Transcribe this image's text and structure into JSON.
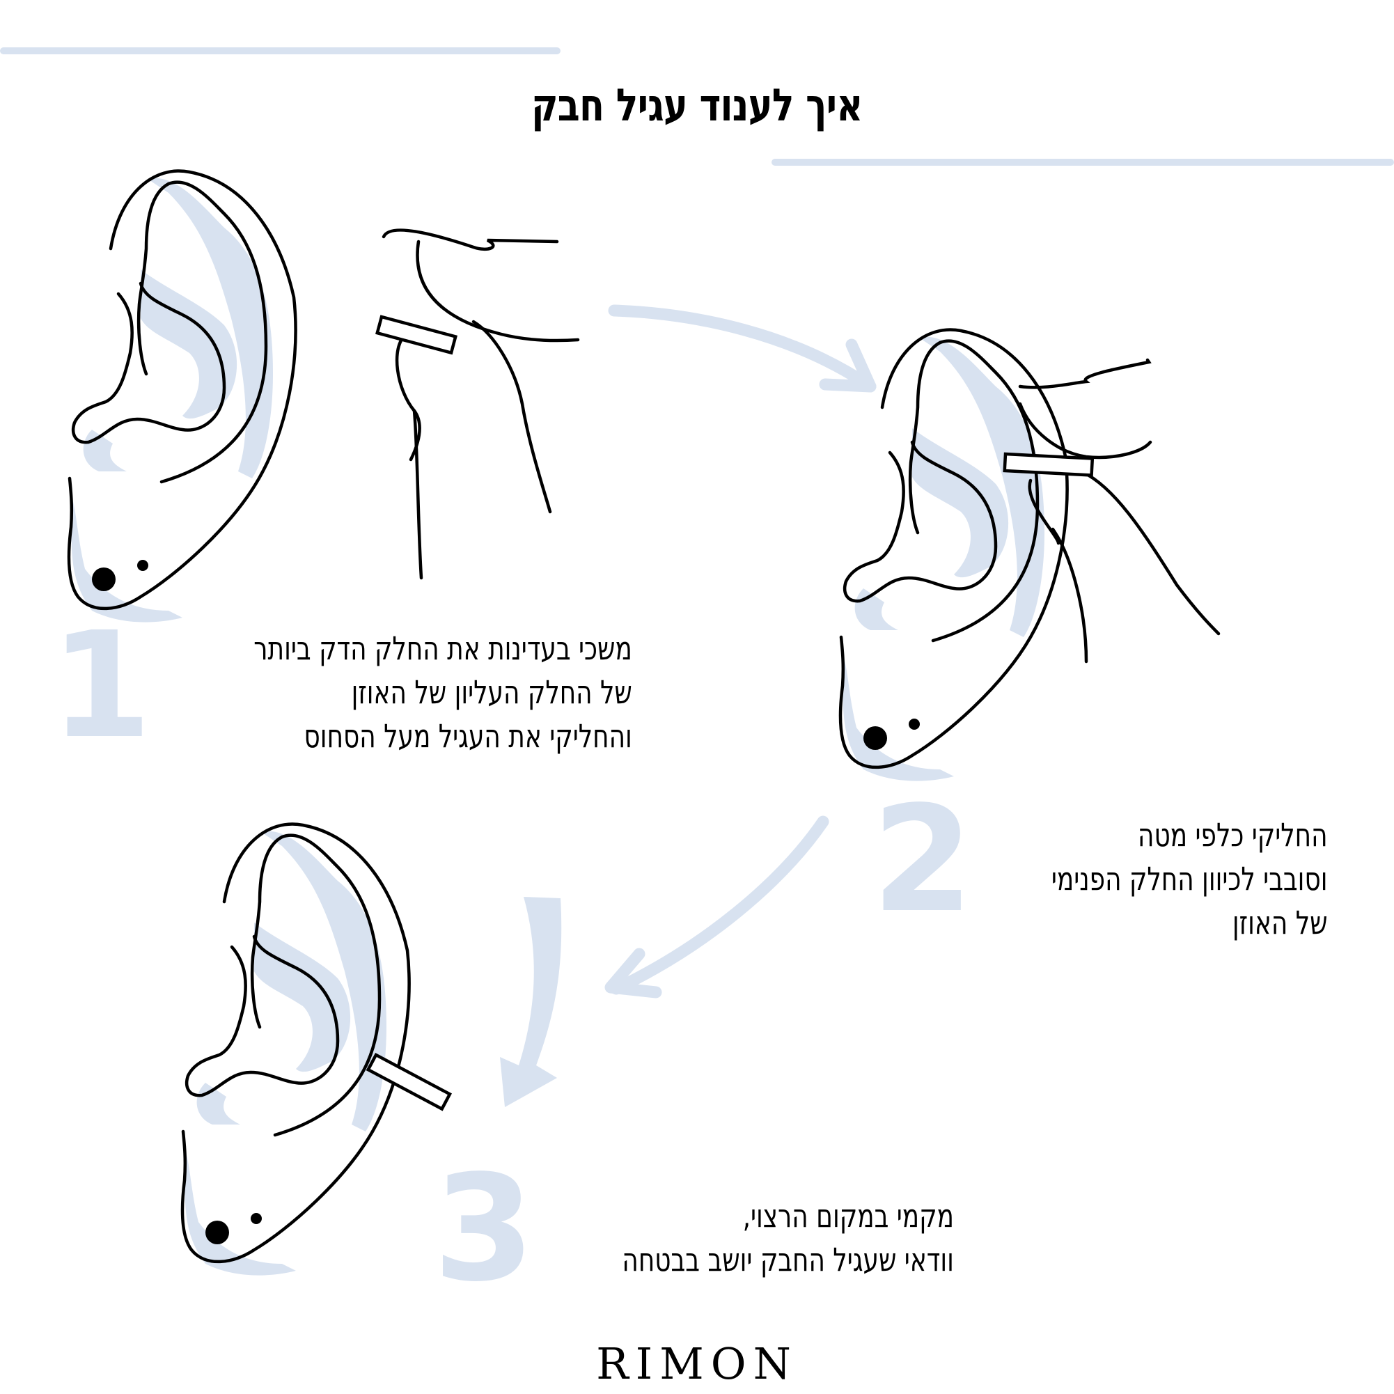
{
  "header": {
    "title": "איך לענוד עגיל חבק"
  },
  "colors": {
    "accent": "#d8e2f0",
    "ink": "#000000",
    "background": "#ffffff"
  },
  "steps": [
    {
      "number": "1",
      "lines": [
        "משכי בעדינות את החלק הדק ביותר",
        "של החלק העליון של האוזן",
        "והחליקי את העגיל מעל הסחוס"
      ],
      "illustration": "ear-with-fingers-sliding-cuff-icon"
    },
    {
      "number": "2",
      "lines": [
        "החליקי כלפי מטה",
        "וסובבי לכיוון החלק הפנימי",
        "של האוזן"
      ],
      "illustration": "ear-with-fingers-rotating-cuff-icon"
    },
    {
      "number": "3",
      "lines": [
        "מקמי במקום הרצוי,",
        "וודאי שעגיל החבק יושב בבטחה"
      ],
      "illustration": "ear-with-cuff-in-place-icon"
    }
  ],
  "arrows": [
    "arrow-step1-to-step2-icon",
    "arrow-step2-to-step3-icon",
    "arrow-down-icon"
  ],
  "footer": {
    "brand": "RIMON"
  }
}
